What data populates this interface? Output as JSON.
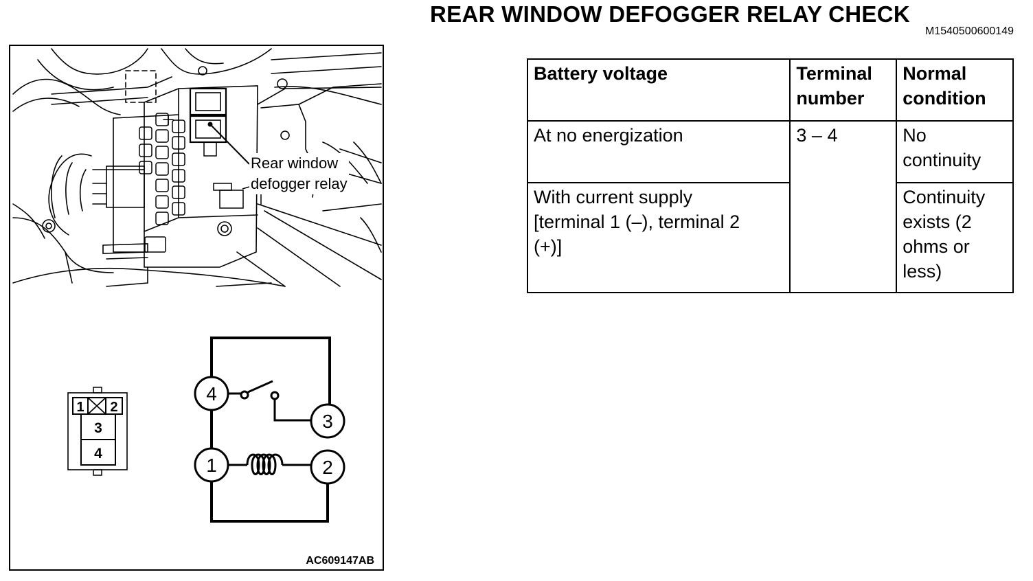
{
  "header": {
    "title": "REAR WINDOW DEFOGGER RELAY CHECK",
    "doc_id": "M1540500600149"
  },
  "figure": {
    "callout": [
      "Rear window",
      "defogger relay"
    ],
    "figure_code": "AC609147AB",
    "connector_terminals": [
      "1",
      "2",
      "3",
      "4"
    ],
    "circuit_terminals": [
      "4",
      "3",
      "1",
      "2"
    ]
  },
  "table": {
    "headers": [
      [
        "Battery voltage"
      ],
      [
        "Terminal",
        "number"
      ],
      [
        "Normal",
        "condition"
      ]
    ],
    "rows": [
      {
        "battery_voltage": [
          "At no energization"
        ],
        "terminal_number": "3 – 4",
        "normal_condition": [
          "No",
          "continuity"
        ]
      },
      {
        "battery_voltage": [
          "With current supply",
          "[terminal 1 (–), terminal 2",
          "(+)]"
        ],
        "normal_condition": [
          "Continuity",
          "exists (2",
          "ohms or",
          "less)"
        ]
      }
    ]
  }
}
